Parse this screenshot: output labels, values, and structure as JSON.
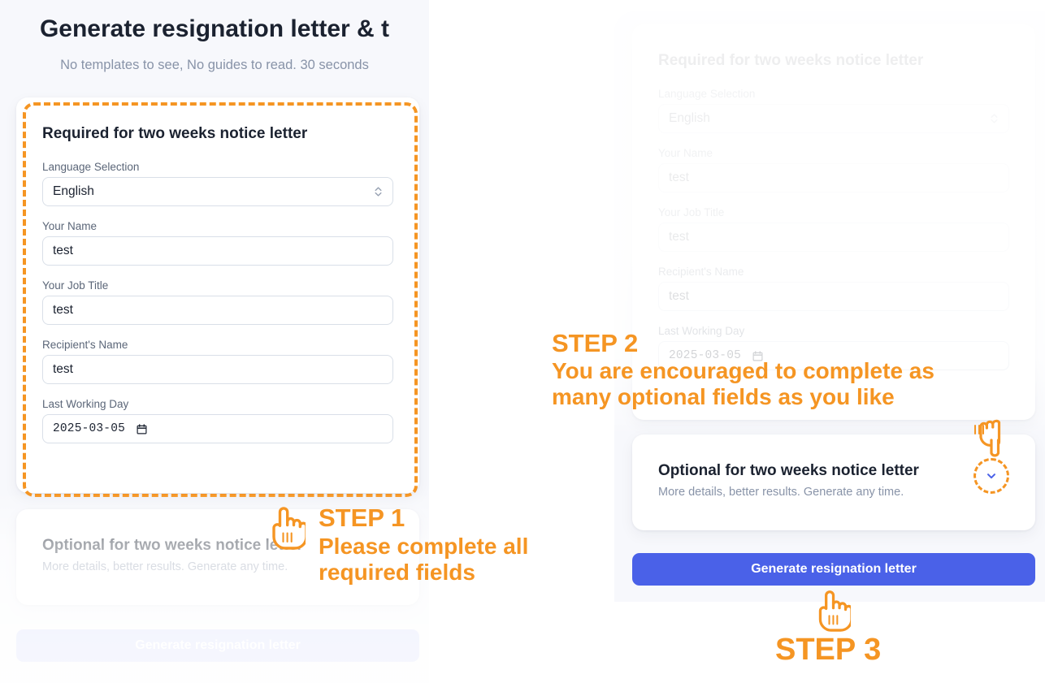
{
  "hero": {
    "title": "Generate resignation letter & t",
    "subtitle": "No templates to see, No guides to read. 30 seconds"
  },
  "required_card": {
    "title": "Required for two weeks notice letter",
    "fields": [
      {
        "label": "Language Selection",
        "value": "English",
        "type": "select",
        "icon": "chevron-up-down-icon"
      },
      {
        "label": "Your Name",
        "value": "test",
        "type": "text"
      },
      {
        "label": "Your Job Title",
        "value": "test",
        "type": "text"
      },
      {
        "label": "Recipient's Name",
        "value": "test",
        "type": "text"
      },
      {
        "label": "Last Working Day",
        "value": "2025-03-05",
        "type": "date",
        "icon": "calendar-icon"
      }
    ]
  },
  "optional_card": {
    "title": "Optional for two weeks notice letter",
    "subtitle": "More details, better results. Generate any time.",
    "expand_icon": "chevron-down-icon"
  },
  "submit_button": {
    "label": "Generate resignation letter"
  },
  "annotations": {
    "step1": {
      "step": "STEP 1",
      "body": "Please complete all\nrequired fields",
      "icon": "pointing-hand-up-icon"
    },
    "step2": {
      "step": "STEP 2",
      "body": "You are encouraged to complete as\nmany optional fields as you like",
      "icon": "pointing-hand-down-icon"
    },
    "step3": {
      "step": "STEP 3",
      "icon": "pointing-hand-up-icon"
    }
  },
  "colors": {
    "accent_orange": "#f59523",
    "primary_blue": "#4a61e8",
    "primary_blue_disabled": "#c3caf7",
    "page_bg": "#f7f8fc",
    "text_dark": "#1b2230",
    "text_muted": "#8893a8"
  }
}
